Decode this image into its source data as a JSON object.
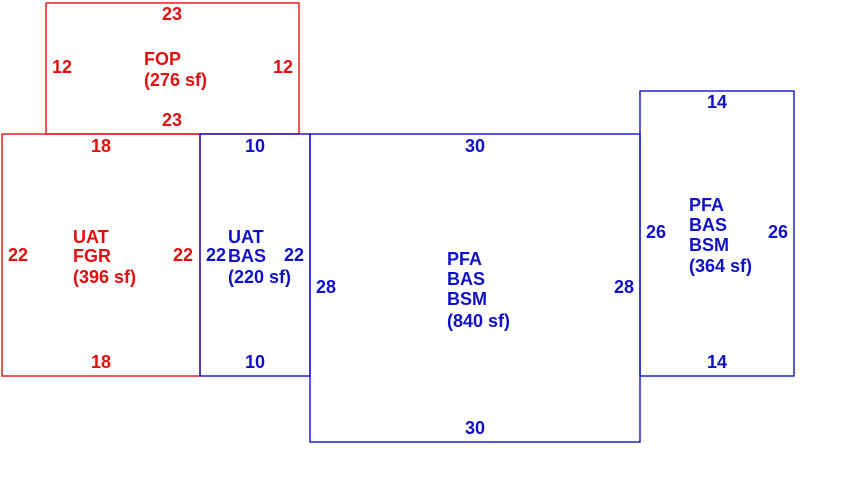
{
  "colors": {
    "red": "#e01010",
    "blue": "#1010c8"
  },
  "areas": {
    "fop": {
      "lines": [
        "FOP",
        "(276 sf)"
      ],
      "dims": {
        "top": "23",
        "bottom": "23",
        "left": "12",
        "right": "12"
      }
    },
    "uat_fgr": {
      "lines": [
        "UAT",
        "FGR",
        "(396 sf)"
      ],
      "dims": {
        "top": "18",
        "bottom": "18",
        "left": "22",
        "right": "22"
      }
    },
    "uat_bas": {
      "lines": [
        "UAT",
        "BAS",
        "(220 sf)"
      ],
      "dims": {
        "top": "10",
        "bottom": "10",
        "left": "22",
        "right": "22"
      }
    },
    "pfa_main": {
      "lines": [
        "PFA",
        "BAS",
        "BSM",
        "(840 sf)"
      ],
      "dims": {
        "top": "30",
        "bottom": "30",
        "left": "28",
        "right": "28"
      }
    },
    "pfa_right": {
      "lines": [
        "PFA",
        "BAS",
        "BSM",
        "(364 sf)"
      ],
      "dims": {
        "top": "14",
        "bottom": "14",
        "left": "26",
        "right": "26"
      }
    }
  }
}
